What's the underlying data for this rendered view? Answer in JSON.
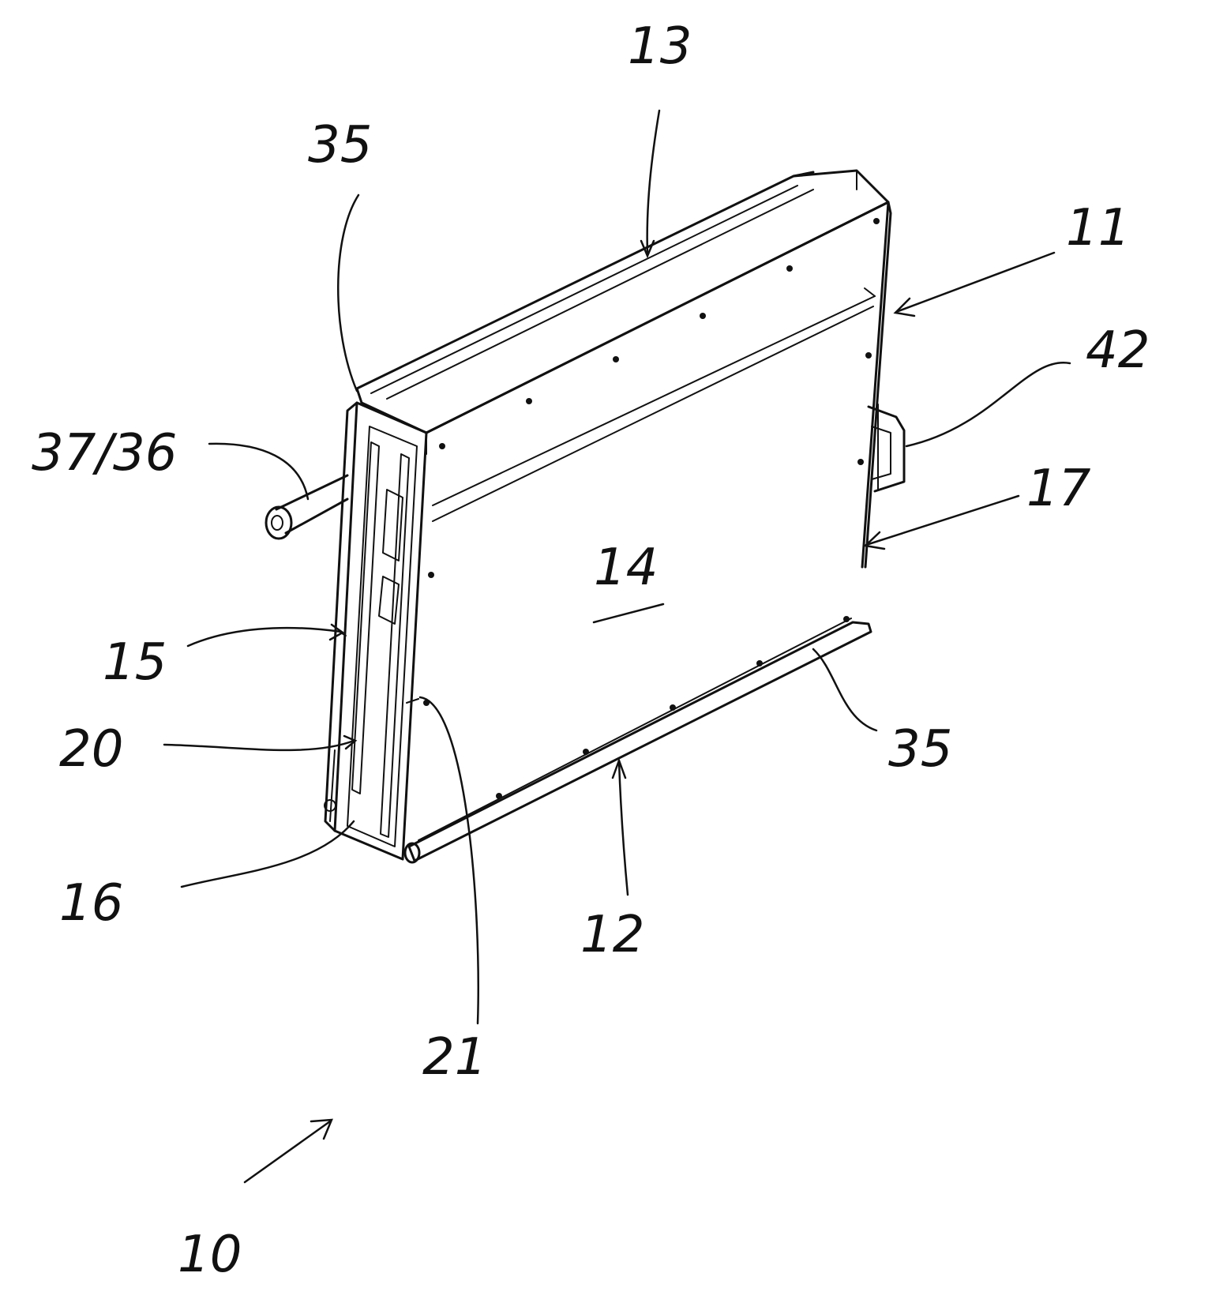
{
  "labels": {
    "l13": "13",
    "l35_top": "35",
    "l11": "11",
    "l42": "42",
    "l37_36": "37/36",
    "l17": "17",
    "l14": "14",
    "l15": "15",
    "l20": "20",
    "l35_bottom": "35",
    "l16": "16",
    "l21": "21",
    "l12": "12",
    "l10": "10"
  },
  "colors": {
    "ink": "#111111",
    "paper": "#ffffff"
  }
}
